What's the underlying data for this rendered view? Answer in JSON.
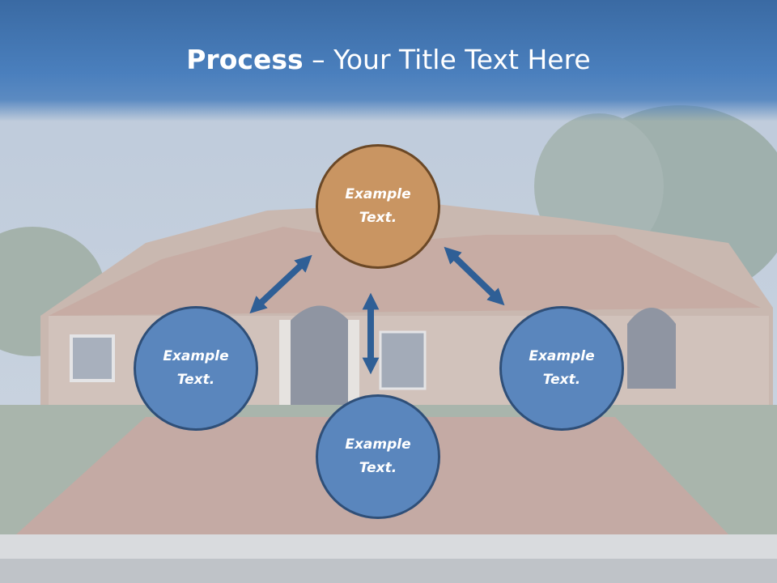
{
  "slide": {
    "title_bold": "Process",
    "title_rest": " – Your Title Text Here"
  },
  "colors": {
    "header": "#3f72b0",
    "node_fill": "#5a86bd",
    "node_border": "#2f4f78",
    "highlight_fill": "#c99562",
    "highlight_border": "#6b4826",
    "arrow": "#2f5f96"
  },
  "nodes": {
    "top": {
      "line1": "Example",
      "line2": "Text."
    },
    "left": {
      "line1": "Example",
      "line2": "Text."
    },
    "right": {
      "line1": "Example",
      "line2": "Text."
    },
    "bottom": {
      "line1": "Example",
      "line2": "Text."
    }
  }
}
